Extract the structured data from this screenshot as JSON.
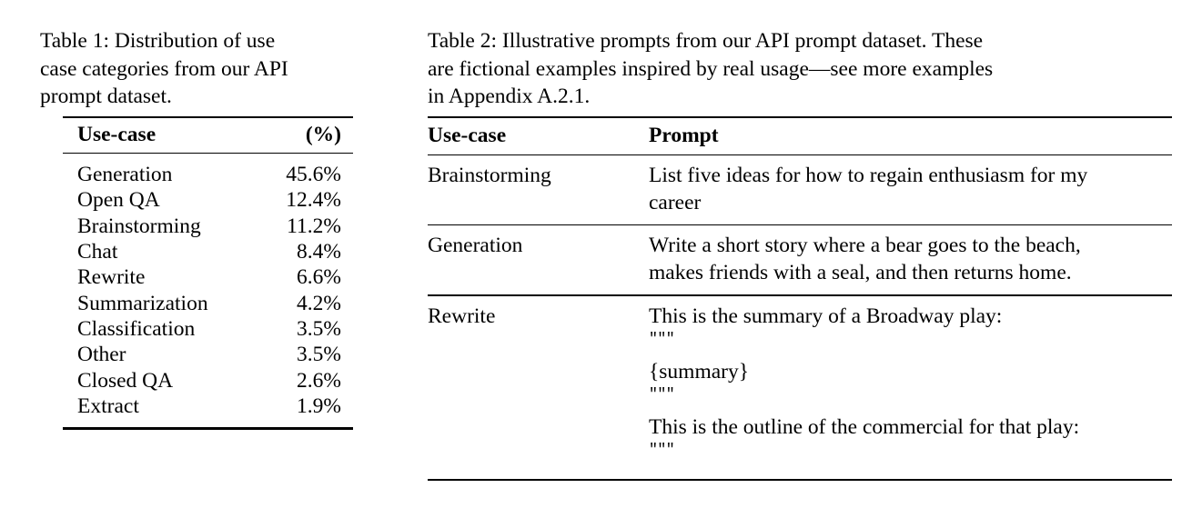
{
  "document": {
    "type": "academic-paper-tables",
    "background_color": "#ffffff",
    "text_color": "#000000"
  },
  "table1": {
    "caption": {
      "line1": "Table 1:  Distribution of use",
      "line2": "case categories from our API",
      "line3": "prompt dataset."
    },
    "headers": {
      "usecase": "Use-case",
      "percent": "(%)"
    },
    "rows": [
      {
        "usecase": "Generation",
        "percent": "45.6%"
      },
      {
        "usecase": "Open QA",
        "percent": "12.4%"
      },
      {
        "usecase": "Brainstorming",
        "percent": "11.2%"
      },
      {
        "usecase": "Chat",
        "percent": "8.4%"
      },
      {
        "usecase": "Rewrite",
        "percent": "6.6%"
      },
      {
        "usecase": "Summarization",
        "percent": "4.2%"
      },
      {
        "usecase": "Classification",
        "percent": "3.5%"
      },
      {
        "usecase": "Other",
        "percent": "3.5%"
      },
      {
        "usecase": "Closed QA",
        "percent": "2.6%"
      },
      {
        "usecase": "Extract",
        "percent": "1.9%"
      }
    ]
  },
  "chart_data": {
    "type": "table",
    "title": "Distribution of use case categories from our API prompt dataset.",
    "categories": [
      "Generation",
      "Open QA",
      "Brainstorming",
      "Chat",
      "Rewrite",
      "Summarization",
      "Classification",
      "Other",
      "Closed QA",
      "Extract"
    ],
    "values": [
      45.6,
      12.4,
      11.2,
      8.4,
      6.6,
      4.2,
      3.5,
      3.5,
      2.6,
      1.9
    ],
    "xlabel": "Use-case",
    "ylabel": "(%)"
  },
  "table2": {
    "caption": {
      "line1": "Table 2: Illustrative prompts from our API prompt dataset. These",
      "line2": "are fictional examples inspired by real usage—see more examples",
      "line3": "in Appendix A.2.1."
    },
    "headers": {
      "usecase": "Use-case",
      "prompt": "Prompt"
    },
    "rows": [
      {
        "usecase": "Brainstorming",
        "prompt_lines": [
          {
            "kind": "text",
            "text": "List five ideas for how to regain enthusiasm for my"
          },
          {
            "kind": "text",
            "text": "career"
          }
        ]
      },
      {
        "usecase": "Generation",
        "prompt_lines": [
          {
            "kind": "text",
            "text": "Write a short story where a bear goes to the beach,"
          },
          {
            "kind": "text",
            "text": "makes friends with a seal, and then returns home."
          }
        ]
      },
      {
        "usecase": "Rewrite",
        "prompt_lines": [
          {
            "kind": "text",
            "text": "This is the summary of a Broadway play:"
          },
          {
            "kind": "quote",
            "text": "\"\"\""
          },
          {
            "kind": "gap",
            "text": ""
          },
          {
            "kind": "text",
            "text": "{summary}"
          },
          {
            "kind": "quote",
            "text": "\"\"\""
          },
          {
            "kind": "gap",
            "text": ""
          },
          {
            "kind": "text",
            "text": "This is the outline of the commercial for that play:"
          },
          {
            "kind": "quote",
            "text": "\"\"\""
          }
        ]
      }
    ]
  }
}
